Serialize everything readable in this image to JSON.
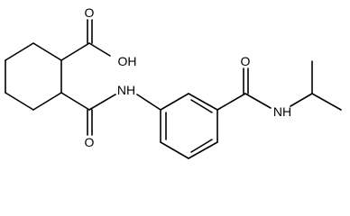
{
  "molecule": {
    "atom_labels": {
      "carboxyl_oxygen": "O",
      "hydroxyl": "OH",
      "amide_oxygen_left": "O",
      "amide_nh_left": "NH",
      "amide_oxygen_right": "O",
      "amide_nh_right": "NH"
    },
    "colors": {
      "bonds": "#000000",
      "labels": "#000000",
      "background": "#ffffff"
    }
  }
}
